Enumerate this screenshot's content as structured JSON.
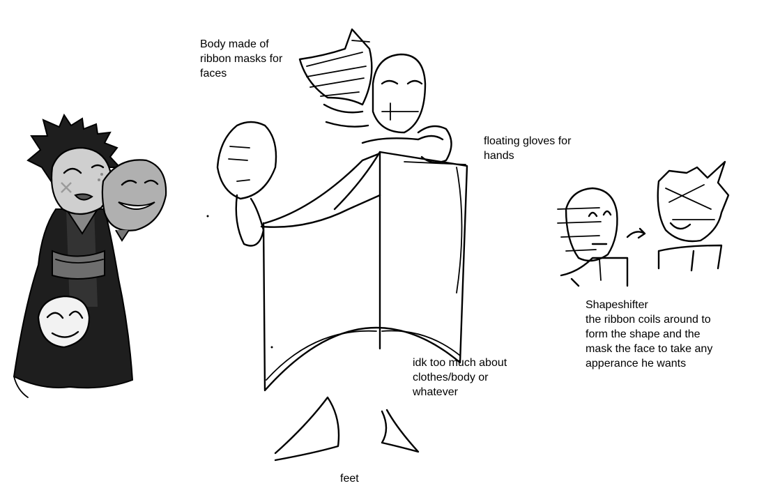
{
  "annotations": {
    "body_note": [
      "Body made of",
      "ribbon masks for",
      "faces"
    ],
    "gloves_note": [
      "floating gloves for",
      "hands"
    ],
    "shapeshifter_note": [
      "Shapeshifter",
      "the ribbon coils around to",
      "form the shape and the",
      "mask the face to take any",
      "apperance he wants"
    ],
    "clothes_note": [
      "idk too much about",
      "clothes/body or",
      "whatever"
    ],
    "feet_note": "feet"
  },
  "colors": {
    "ink": "#000000",
    "paper": "#ffffff",
    "dark_fill": "#1e1e1e",
    "mid_gray": "#7a7a7a",
    "light_gray": "#c8c8c8"
  }
}
